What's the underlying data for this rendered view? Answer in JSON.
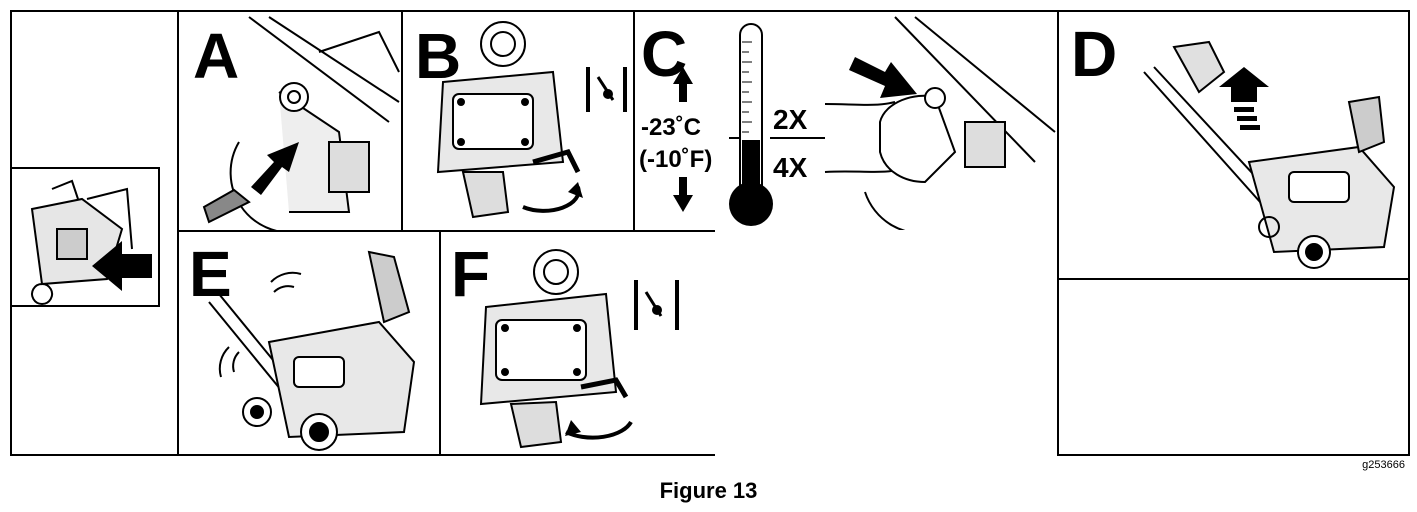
{
  "figure": {
    "caption": "Figure 13",
    "image_id": "g253666"
  },
  "panels": {
    "a": {
      "letter": "A"
    },
    "b": {
      "letter": "B"
    },
    "c": {
      "letter": "C",
      "temperature_c": "-23˚C",
      "temperature_f": "(-10˚F)",
      "above_count": "2X",
      "below_count": "4X"
    },
    "d": {
      "letter": "D"
    },
    "e": {
      "letter": "E"
    },
    "f": {
      "letter": "F"
    }
  },
  "icons": [
    "choke-icon",
    "thermometer-icon",
    "arrow-up-icon",
    "arrow-down-icon",
    "push-arrow-icon"
  ]
}
